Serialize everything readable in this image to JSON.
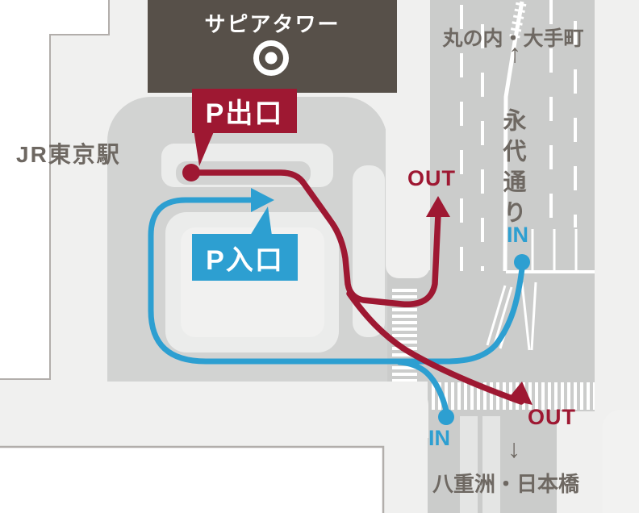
{
  "labels": {
    "building": "サピアタワー",
    "station": "JR東京駅",
    "exit_callout": "P出口",
    "entrance_callout": "P入口",
    "north_destination": "丸の内・大手町",
    "north_arrow": "↑",
    "street_name": "永代通り",
    "south_destination": "八重洲・日本橋",
    "south_arrow": "↓",
    "out_upper": "OUT",
    "out_lower": "OUT",
    "in_upper": "IN",
    "in_lower": "IN"
  },
  "colors": {
    "route-exit": "#9e1832",
    "route-entrance": "#2d9fd1",
    "building-dark": "#575049",
    "text-gray": "#6e6862",
    "road": "#cbcccb",
    "block": "#d2d3d2",
    "island": "#ebeceb",
    "bg": "#f0f0ef",
    "building-outline": "#b2aeab",
    "white": "#ffffff"
  }
}
